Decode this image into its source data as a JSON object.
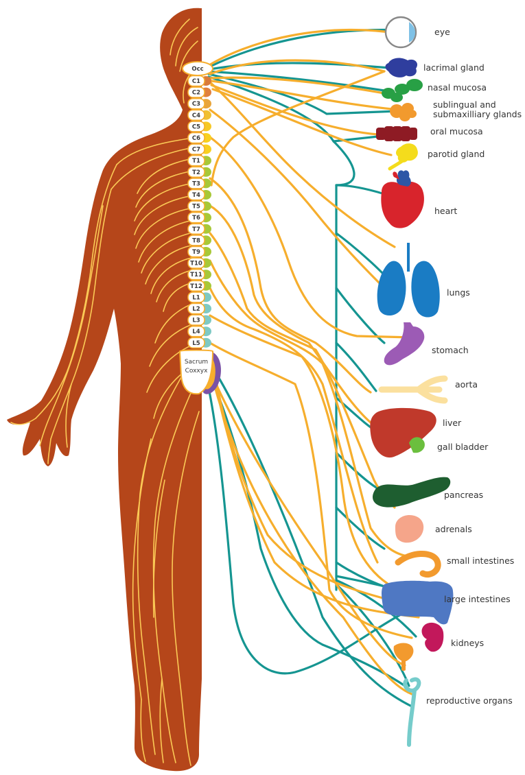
{
  "colors": {
    "body": "#B5461A",
    "nerve_body": "#FFD25A",
    "sympathetic": "#F6AE2D",
    "parasympathetic": "#159591",
    "eye_iris": "#7EC1E6",
    "lacrimal": "#2F3E9E",
    "nasal": "#28A045",
    "salivary": "#F29A2E",
    "oral": "#8E1B24",
    "parotid": "#F4DC1C",
    "heart": "#D8242C",
    "heart_vessels": "#2C56A6",
    "lungs": "#1A7CC4",
    "stomach": "#9C5BB5",
    "aorta": "#FBE09E",
    "liver": "#C0392B",
    "gall": "#6BBF3E",
    "pancreas": "#1E5E30",
    "adrenals": "#F5A58A",
    "small_int": "#F29A2E",
    "large_int": "#4F78C3",
    "kidneys": "#C2185B",
    "bladder": "#F29A2E",
    "repro": "#76CCCB"
  },
  "spine": {
    "top": "Occ",
    "vertebrae": [
      "C1",
      "C2",
      "C3",
      "C4",
      "C5",
      "C6",
      "C7",
      "T1",
      "T2",
      "T3",
      "T4",
      "T5",
      "T6",
      "T7",
      "T8",
      "T9",
      "T10",
      "T11",
      "T12",
      "L1",
      "L2",
      "L3",
      "L4",
      "L5"
    ],
    "sacrum_line1": "Sacrum",
    "sacrum_line2": "Coxxyx"
  },
  "organs": {
    "eye": "eye",
    "lacrimal": "lacrimal gland",
    "nasal": "nasal mucosa",
    "sublingual_1": "sublingual and",
    "sublingual_2": "submaxilliary glands",
    "oral": "oral mucosa",
    "parotid": "parotid gland",
    "heart": "heart",
    "lungs": "lungs",
    "stomach": "stomach",
    "aorta": "aorta",
    "liver": "liver",
    "gall": "gall bladder",
    "pancreas": "pancreas",
    "adrenals": "adrenals",
    "small_int": "small intestines",
    "large_int": "large intestines",
    "kidneys": "kidneys",
    "repro": "reproductive organs"
  }
}
